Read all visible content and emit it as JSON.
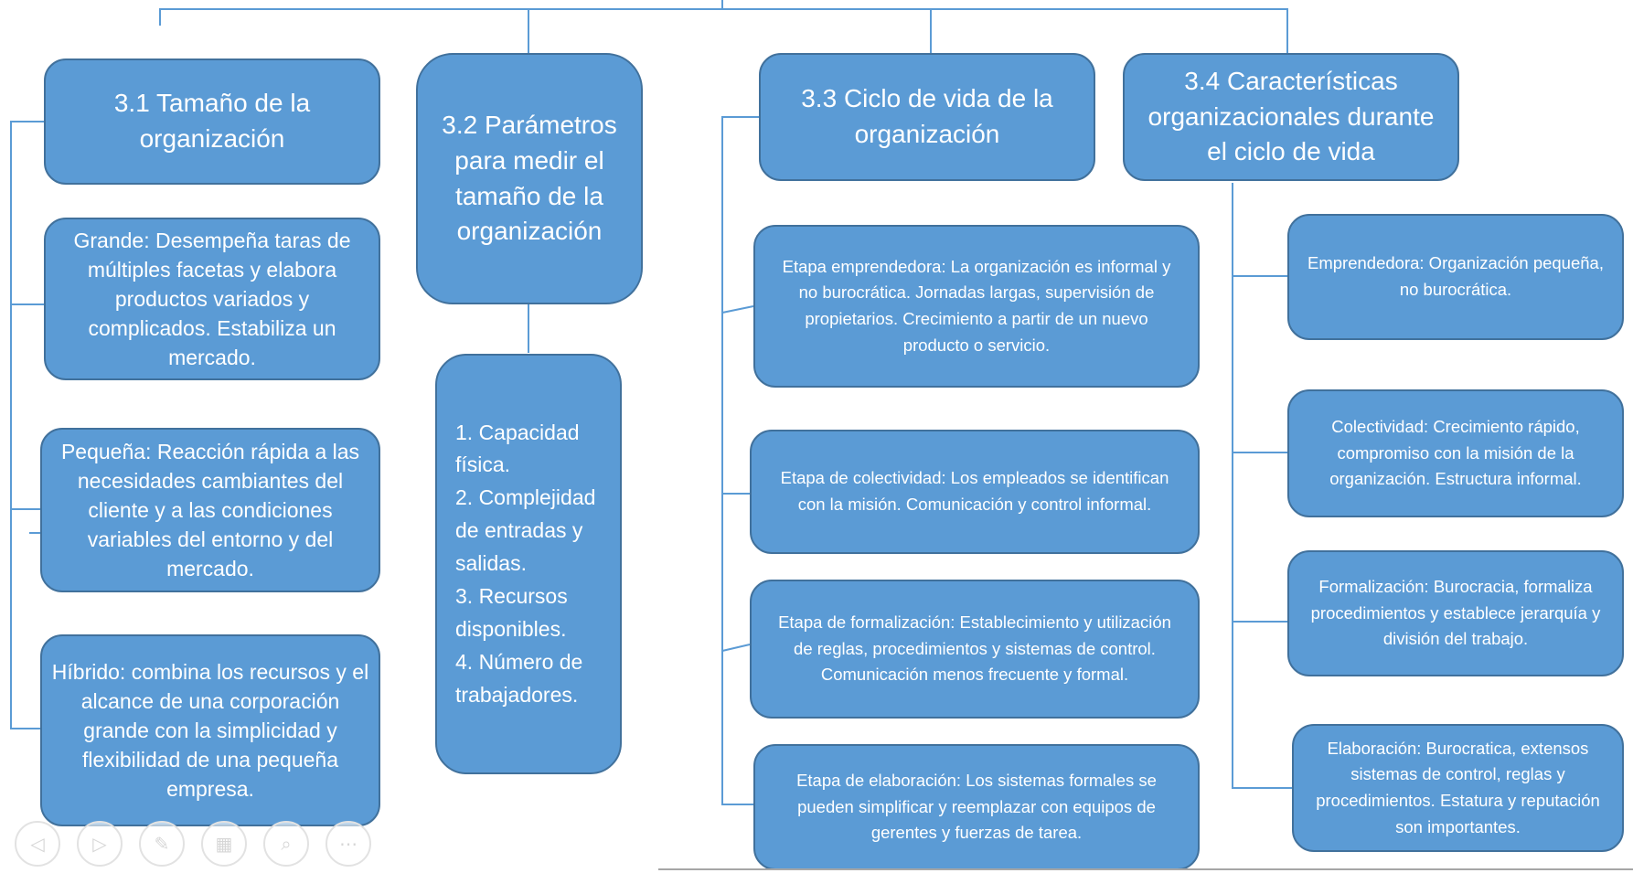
{
  "section_1": {
    "title": "3.1 Tamaño de la organización",
    "items": [
      "Grande: Desempeña taras de múltiples facetas y elabora productos variados y complicados. Estabiliza un mercado.",
      "Pequeña: Reacción rápida a las necesidades cambiantes del cliente y a las condiciones variables del entorno y del mercado.",
      "Híbrido: combina los recursos y el alcance de una corporación grande con la simplicidad y flexibilidad de una pequeña empresa."
    ]
  },
  "section_2": {
    "title": "3.2 Parámetros para medir el tamaño de la organización",
    "list": [
      "1. Capacidad física.",
      "2. Complejidad de entradas y salidas.",
      "3. Recursos disponibles.",
      "4. Número de trabajadores."
    ]
  },
  "section_3": {
    "title": "3.3 Ciclo de vida de la organización",
    "items": [
      "Etapa emprendedora: La organización es informal y no burocrática. Jornadas largas, supervisión de propietarios. Crecimiento a partir de un nuevo producto o servicio.",
      "Etapa de colectividad: Los empleados se identifican con la misión. Comunicación y control informal.",
      "Etapa de formalización: Establecimiento y utilización de reglas, procedimientos y sistemas de control. Comunicación menos frecuente y formal.",
      "Etapa de elaboración: Los sistemas formales se pueden simplificar y reemplazar con equipos de gerentes y fuerzas de tarea."
    ]
  },
  "section_4": {
    "title": "3.4 Características organizacionales durante el ciclo de vida",
    "items": [
      "Emprendedora: Organización pequeña, no burocrática.",
      "Colectividad: Crecimiento rápido, compromiso con la misión de la organización. Estructura informal.",
      "Formalización: Burocracia, formaliza procedimientos y establece jerarquía y división del trabajo.",
      "Elaboración: Burocratica, extensos sistemas de control, reglas y procedimientos. Estatura y reputación son importantes."
    ]
  },
  "colors": {
    "box_fill": "#5b9bd5",
    "box_border": "#41719c",
    "connector": "#5b9bd5",
    "text": "#ffffff"
  },
  "slideshow_controls": [
    {
      "name": "previous",
      "icon": "arrow-left-icon",
      "glyph": "◁"
    },
    {
      "name": "next",
      "icon": "arrow-right-icon",
      "glyph": "▷"
    },
    {
      "name": "pen",
      "icon": "pen-icon",
      "glyph": "✎"
    },
    {
      "name": "slides",
      "icon": "slides-grid-icon",
      "glyph": "▦"
    },
    {
      "name": "zoom",
      "icon": "magnifier-icon",
      "glyph": "⌕"
    },
    {
      "name": "more",
      "icon": "more-options-icon",
      "glyph": "⋯"
    }
  ]
}
